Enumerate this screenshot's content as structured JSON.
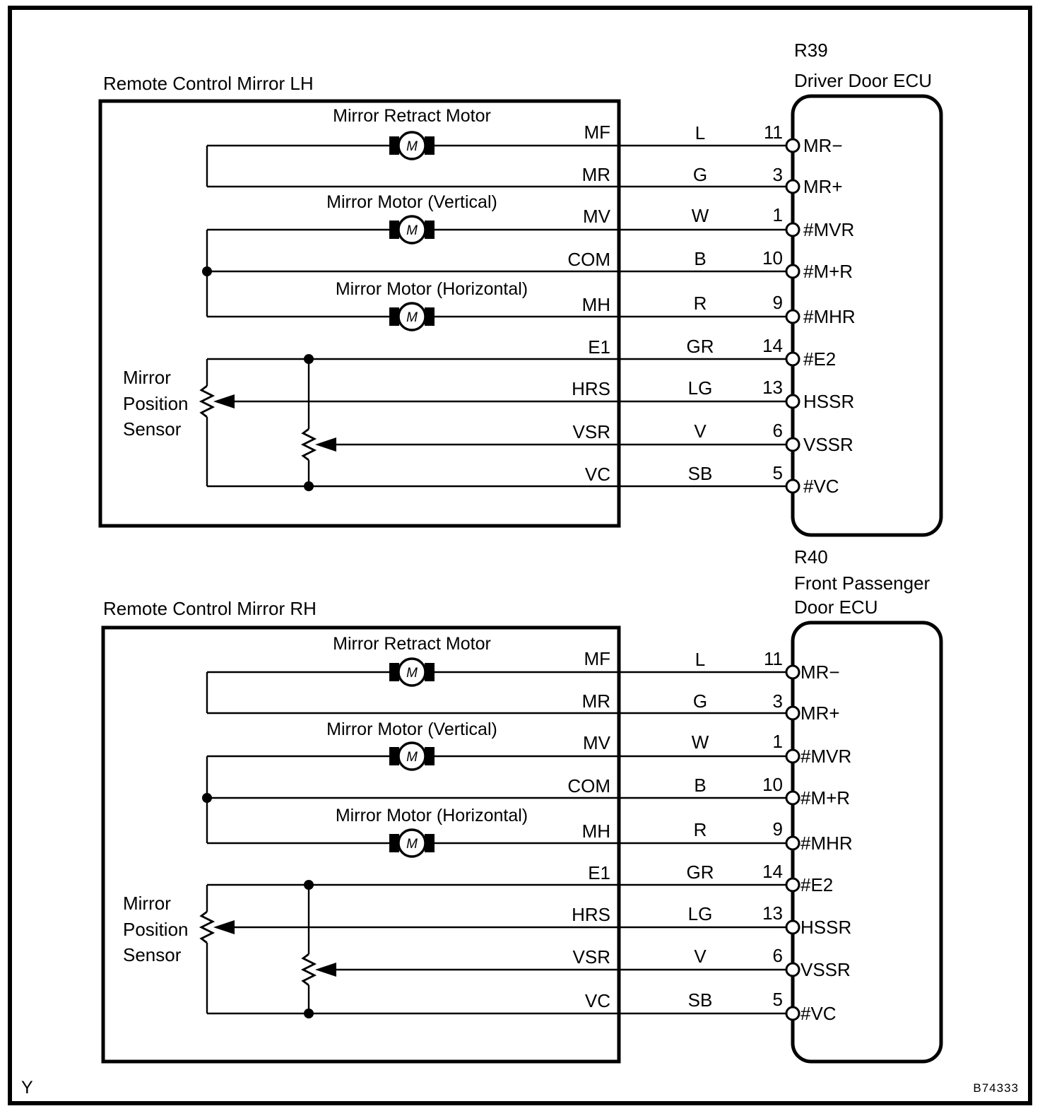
{
  "figure": {
    "code": "B74333",
    "page_mark": "Y"
  },
  "blocks": [
    {
      "id": "lh",
      "title": "Remote Control Mirror LH",
      "ecu": {
        "ref": "R39",
        "name_line1": "Driver Door ECU",
        "name_line2": ""
      },
      "sensor_label": [
        "Mirror",
        "Position",
        "Sensor"
      ],
      "motors": [
        {
          "name": "Mirror Retract Motor",
          "symbol": "M"
        },
        {
          "name": "Mirror Motor (Vertical)",
          "symbol": "M"
        },
        {
          "name": "Mirror Motor (Horizontal)",
          "symbol": "M"
        }
      ],
      "rows": [
        {
          "terminal": "MF",
          "wire": "L",
          "pin": "11",
          "ecu_pin": "MR−"
        },
        {
          "terminal": "MR",
          "wire": "G",
          "pin": "3",
          "ecu_pin": "MR+"
        },
        {
          "terminal": "MV",
          "wire": "W",
          "pin": "1",
          "ecu_pin": "#MVR"
        },
        {
          "terminal": "COM",
          "wire": "B",
          "pin": "10",
          "ecu_pin": "#M+R"
        },
        {
          "terminal": "MH",
          "wire": "R",
          "pin": "9",
          "ecu_pin": "#MHR"
        },
        {
          "terminal": "E1",
          "wire": "GR",
          "pin": "14",
          "ecu_pin": "#E2"
        },
        {
          "terminal": "HRS",
          "wire": "LG",
          "pin": "13",
          "ecu_pin": "HSSR"
        },
        {
          "terminal": "VSR",
          "wire": "V",
          "pin": "6",
          "ecu_pin": "VSSR"
        },
        {
          "terminal": "VC",
          "wire": "SB",
          "pin": "5",
          "ecu_pin": "#VC"
        }
      ]
    },
    {
      "id": "rh",
      "title": "Remote Control Mirror RH",
      "ecu": {
        "ref": "R40",
        "name_line1": "Front Passenger",
        "name_line2": "Door ECU"
      },
      "sensor_label": [
        "Mirror",
        "Position",
        "Sensor"
      ],
      "motors": [
        {
          "name": "Mirror Retract Motor",
          "symbol": "M"
        },
        {
          "name": "Mirror Motor (Vertical)",
          "symbol": "M"
        },
        {
          "name": "Mirror Motor (Horizontal)",
          "symbol": "M"
        }
      ],
      "rows": [
        {
          "terminal": "MF",
          "wire": "L",
          "pin": "11",
          "ecu_pin": "MR−"
        },
        {
          "terminal": "MR",
          "wire": "G",
          "pin": "3",
          "ecu_pin": "MR+"
        },
        {
          "terminal": "MV",
          "wire": "W",
          "pin": "1",
          "ecu_pin": "#MVR"
        },
        {
          "terminal": "COM",
          "wire": "B",
          "pin": "10",
          "ecu_pin": "#M+R"
        },
        {
          "terminal": "MH",
          "wire": "R",
          "pin": "9",
          "ecu_pin": "#MHR"
        },
        {
          "terminal": "E1",
          "wire": "GR",
          "pin": "14",
          "ecu_pin": "#E2"
        },
        {
          "terminal": "HRS",
          "wire": "LG",
          "pin": "13",
          "ecu_pin": "HSSR"
        },
        {
          "terminal": "VSR",
          "wire": "V",
          "pin": "6",
          "ecu_pin": "VSSR"
        },
        {
          "terminal": "VC",
          "wire": "SB",
          "pin": "5",
          "ecu_pin": "#VC"
        }
      ]
    }
  ],
  "colors": {
    "ink": "#000000",
    "paper": "#ffffff"
  }
}
